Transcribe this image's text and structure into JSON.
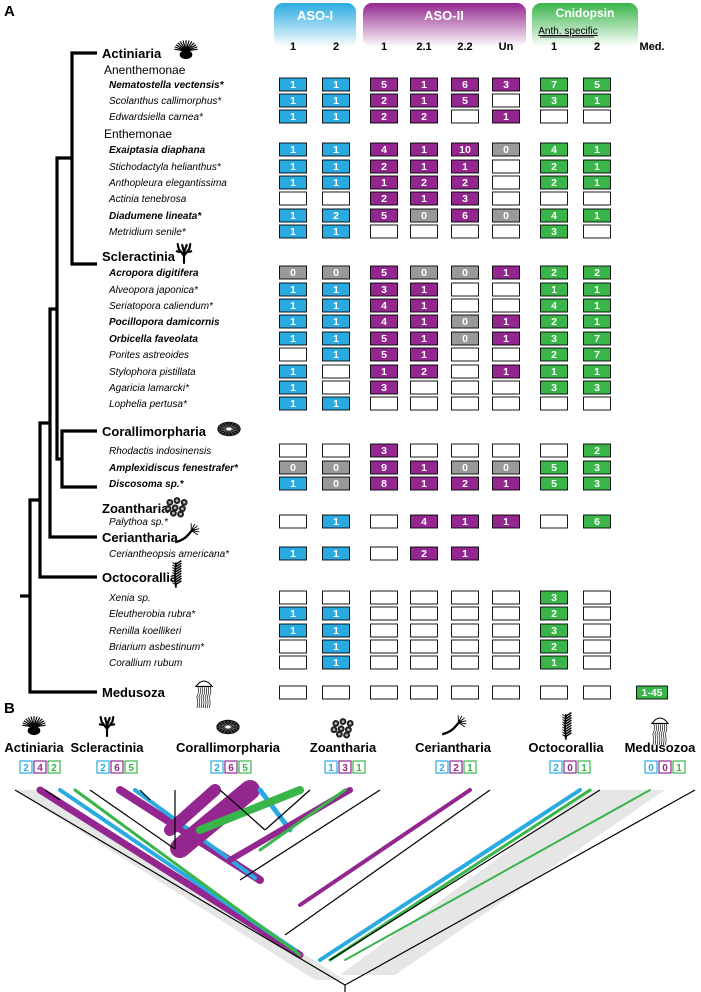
{
  "panel_a_label": "A",
  "panel_b_label": "B",
  "groups": [
    {
      "label": "ASO-I",
      "color": "#29abe2",
      "cols": [
        "1",
        "2"
      ]
    },
    {
      "label": "ASO-II",
      "color": "#93278f",
      "cols": [
        "1",
        "2.1",
        "2.2",
        "Un"
      ]
    },
    {
      "label": "Cnidopsin",
      "color": "#39b54a",
      "sublabel": "Anth. specific",
      "cols": [
        "1",
        "2",
        "Med."
      ]
    }
  ],
  "rows": [
    {
      "type": "clade",
      "name": "Actiniaria",
      "icon": "anemone-icon"
    },
    {
      "type": "subclade",
      "name": "Anenthemonae"
    },
    {
      "type": "species",
      "name": "Nematostella vectensis*",
      "bold": true,
      "cells": [
        "b1",
        "b1",
        "p5",
        "p1",
        "p6",
        "p3",
        "g7",
        "g5",
        ""
      ]
    },
    {
      "type": "species",
      "name": "Scolanthus callimorphus*",
      "cells": [
        "b1",
        "b1",
        "p2",
        "p1",
        "p5",
        "w",
        "g3",
        "g1",
        ""
      ]
    },
    {
      "type": "species",
      "name": "Edwardsiella carnea*",
      "cells": [
        "b1",
        "b1",
        "p2",
        "p2",
        "w",
        "p1",
        "w",
        "w",
        ""
      ]
    },
    {
      "type": "subclade",
      "name": "Enthemonae"
    },
    {
      "type": "species",
      "name": "Exaiptasia diaphana",
      "bold": true,
      "cells": [
        "b1",
        "b1",
        "p4",
        "p1",
        "p10",
        "x0",
        "g4",
        "g1",
        ""
      ]
    },
    {
      "type": "species",
      "name": "Stichodactyla helianthus*",
      "cells": [
        "b1",
        "b1",
        "p2",
        "p1",
        "p1",
        "w",
        "g2",
        "g1",
        ""
      ]
    },
    {
      "type": "species",
      "name": "Anthopleura elegantissima",
      "cells": [
        "b1",
        "b1",
        "p1",
        "p2",
        "p2",
        "w",
        "g2",
        "g1",
        ""
      ]
    },
    {
      "type": "species",
      "name": "Actinia tenebrosa",
      "cells": [
        "w",
        "w",
        "p2",
        "p1",
        "p3",
        "w",
        "w",
        "w",
        ""
      ]
    },
    {
      "type": "species",
      "name": "Diadumene lineata*",
      "bold": true,
      "cells": [
        "b1",
        "b2",
        "p5",
        "x0",
        "p6",
        "x0",
        "g4",
        "g1",
        ""
      ]
    },
    {
      "type": "species",
      "name": "Metridium senile*",
      "cells": [
        "b1",
        "b1",
        "w",
        "w",
        "w",
        "w",
        "g3",
        "w",
        ""
      ]
    },
    {
      "type": "clade",
      "name": "Scleractinia",
      "icon": "coral-icon"
    },
    {
      "type": "species",
      "name": "Acropora digitifera",
      "bold": true,
      "cells": [
        "x0",
        "x0",
        "p5",
        "x0",
        "x0",
        "p1",
        "g2",
        "g2",
        ""
      ]
    },
    {
      "type": "species",
      "name": "Alveopora japonica*",
      "cells": [
        "b1",
        "b1",
        "p3",
        "p1",
        "w",
        "w",
        "g1",
        "g1",
        ""
      ]
    },
    {
      "type": "species",
      "name": "Seriatopora caliendum*",
      "cells": [
        "b1",
        "b1",
        "p4",
        "p1",
        "w",
        "w",
        "g4",
        "g1",
        ""
      ]
    },
    {
      "type": "species",
      "name": "Pocillopora damicornis",
      "bold": true,
      "cells": [
        "b1",
        "b1",
        "p4",
        "p1",
        "x0",
        "p1",
        "g2",
        "g1",
        ""
      ]
    },
    {
      "type": "species",
      "name": "Orbicella faveolata",
      "bold": true,
      "cells": [
        "b1",
        "b1",
        "p5",
        "p1",
        "x0",
        "p1",
        "g3",
        "g7",
        ""
      ]
    },
    {
      "type": "species",
      "name": "Porites astreoides",
      "cells": [
        "w",
        "b1",
        "p5",
        "p1",
        "w",
        "w",
        "g2",
        "g7",
        ""
      ]
    },
    {
      "type": "species",
      "name": "Stylophora pistillata",
      "cells": [
        "b1",
        "w",
        "p1",
        "p2",
        "w",
        "p1",
        "g1",
        "g1",
        ""
      ]
    },
    {
      "type": "species",
      "name": "Agaricia lamarcki*",
      "cells": [
        "b1",
        "w",
        "p3",
        "w",
        "w",
        "w",
        "g3",
        "g3",
        ""
      ]
    },
    {
      "type": "species",
      "name": "Lophelia pertusa*",
      "cells": [
        "b1",
        "b1",
        "w",
        "w",
        "w",
        "w",
        "w",
        "w",
        ""
      ]
    },
    {
      "type": "clade",
      "name": "Corallimorpharia",
      "icon": "disc-icon"
    },
    {
      "type": "species",
      "name": "Rhodactis indosinensis",
      "cells": [
        "w",
        "w",
        "p3",
        "w",
        "w",
        "w",
        "w",
        "g2",
        ""
      ]
    },
    {
      "type": "species",
      "name": "Amplexidiscus fenestrafer*",
      "bold": true,
      "cells": [
        "x0",
        "x0",
        "p9",
        "p1",
        "x0",
        "x0",
        "g5",
        "g3",
        ""
      ]
    },
    {
      "type": "species",
      "name": "Discosoma sp.*",
      "bold": true,
      "cells": [
        "b1",
        "x0",
        "p8",
        "p1",
        "p2",
        "p1",
        "g5",
        "g3",
        ""
      ]
    },
    {
      "type": "clade",
      "name": "Zoantharia",
      "icon": "zoanthid-icon"
    },
    {
      "type": "species",
      "name": "Palythoa sp.*",
      "cells": [
        "w",
        "b1",
        "w",
        "p4",
        "p1",
        "p1",
        "w",
        "g6",
        ""
      ]
    },
    {
      "type": "clade",
      "name": "Ceriantharia",
      "icon": "cerianthid-icon"
    },
    {
      "type": "species",
      "name": "Ceriantheopsis americana*",
      "cells": [
        "b1",
        "b1",
        "w",
        "p2",
        "p1",
        "",
        "",
        "",
        ""
      ]
    },
    {
      "type": "clade",
      "name": "Octocorallia",
      "icon": "seapen-icon"
    },
    {
      "type": "species",
      "name": "Xenia sp.",
      "cells": [
        "w",
        "w",
        "w",
        "w",
        "w",
        "w",
        "g3",
        "w",
        ""
      ]
    },
    {
      "type": "species",
      "name": "Eleutherobia rubra*",
      "cells": [
        "b1",
        "b1",
        "w",
        "w",
        "w",
        "w",
        "g2",
        "w",
        ""
      ]
    },
    {
      "type": "species",
      "name": "Renilla koellikeri",
      "cells": [
        "b1",
        "b1",
        "w",
        "w",
        "w",
        "w",
        "g3",
        "w",
        ""
      ]
    },
    {
      "type": "species",
      "name": "Briarium asbestinum*",
      "cells": [
        "w",
        "b1",
        "w",
        "w",
        "w",
        "w",
        "g2",
        "w",
        ""
      ]
    },
    {
      "type": "species",
      "name": "Corallium rubum",
      "cells": [
        "w",
        "b1",
        "w",
        "w",
        "w",
        "w",
        "g1",
        "w",
        ""
      ]
    },
    {
      "type": "medusozoa",
      "name": "Medusoza",
      "icon": "jellyfish-icon",
      "cells": [
        "w",
        "w",
        "w",
        "w",
        "w",
        "w",
        "w",
        "w",
        "g1-45"
      ]
    }
  ],
  "panel_b": {
    "taxa": [
      {
        "name": "Actiniaria",
        "counts": [
          "2",
          "4",
          "2"
        ],
        "icon": "anemone-icon"
      },
      {
        "name": "Scleractinia",
        "counts": [
          "2",
          "6",
          "5"
        ],
        "icon": "coral-icon"
      },
      {
        "name": "Corallimorpharia",
        "counts": [
          "2",
          "6",
          "5"
        ],
        "icon": "disc-icon"
      },
      {
        "name": "Zoantharia",
        "counts": [
          "1",
          "3",
          "1"
        ],
        "icon": "zoanthid-icon"
      },
      {
        "name": "Ceriantharia",
        "counts": [
          "2",
          "2",
          "1"
        ],
        "icon": "cerianthid-icon"
      },
      {
        "name": "Octocorallia",
        "counts": [
          "2",
          "0",
          "1"
        ],
        "icon": "seapen-icon"
      },
      {
        "name": "Medusozoa",
        "counts": [
          "0",
          "0",
          "1"
        ],
        "icon": "jellyfish-icon"
      }
    ]
  },
  "colors": {
    "blue": "#29abe2",
    "purple": "#93278f",
    "green": "#39b54a",
    "grey": "#999999"
  }
}
